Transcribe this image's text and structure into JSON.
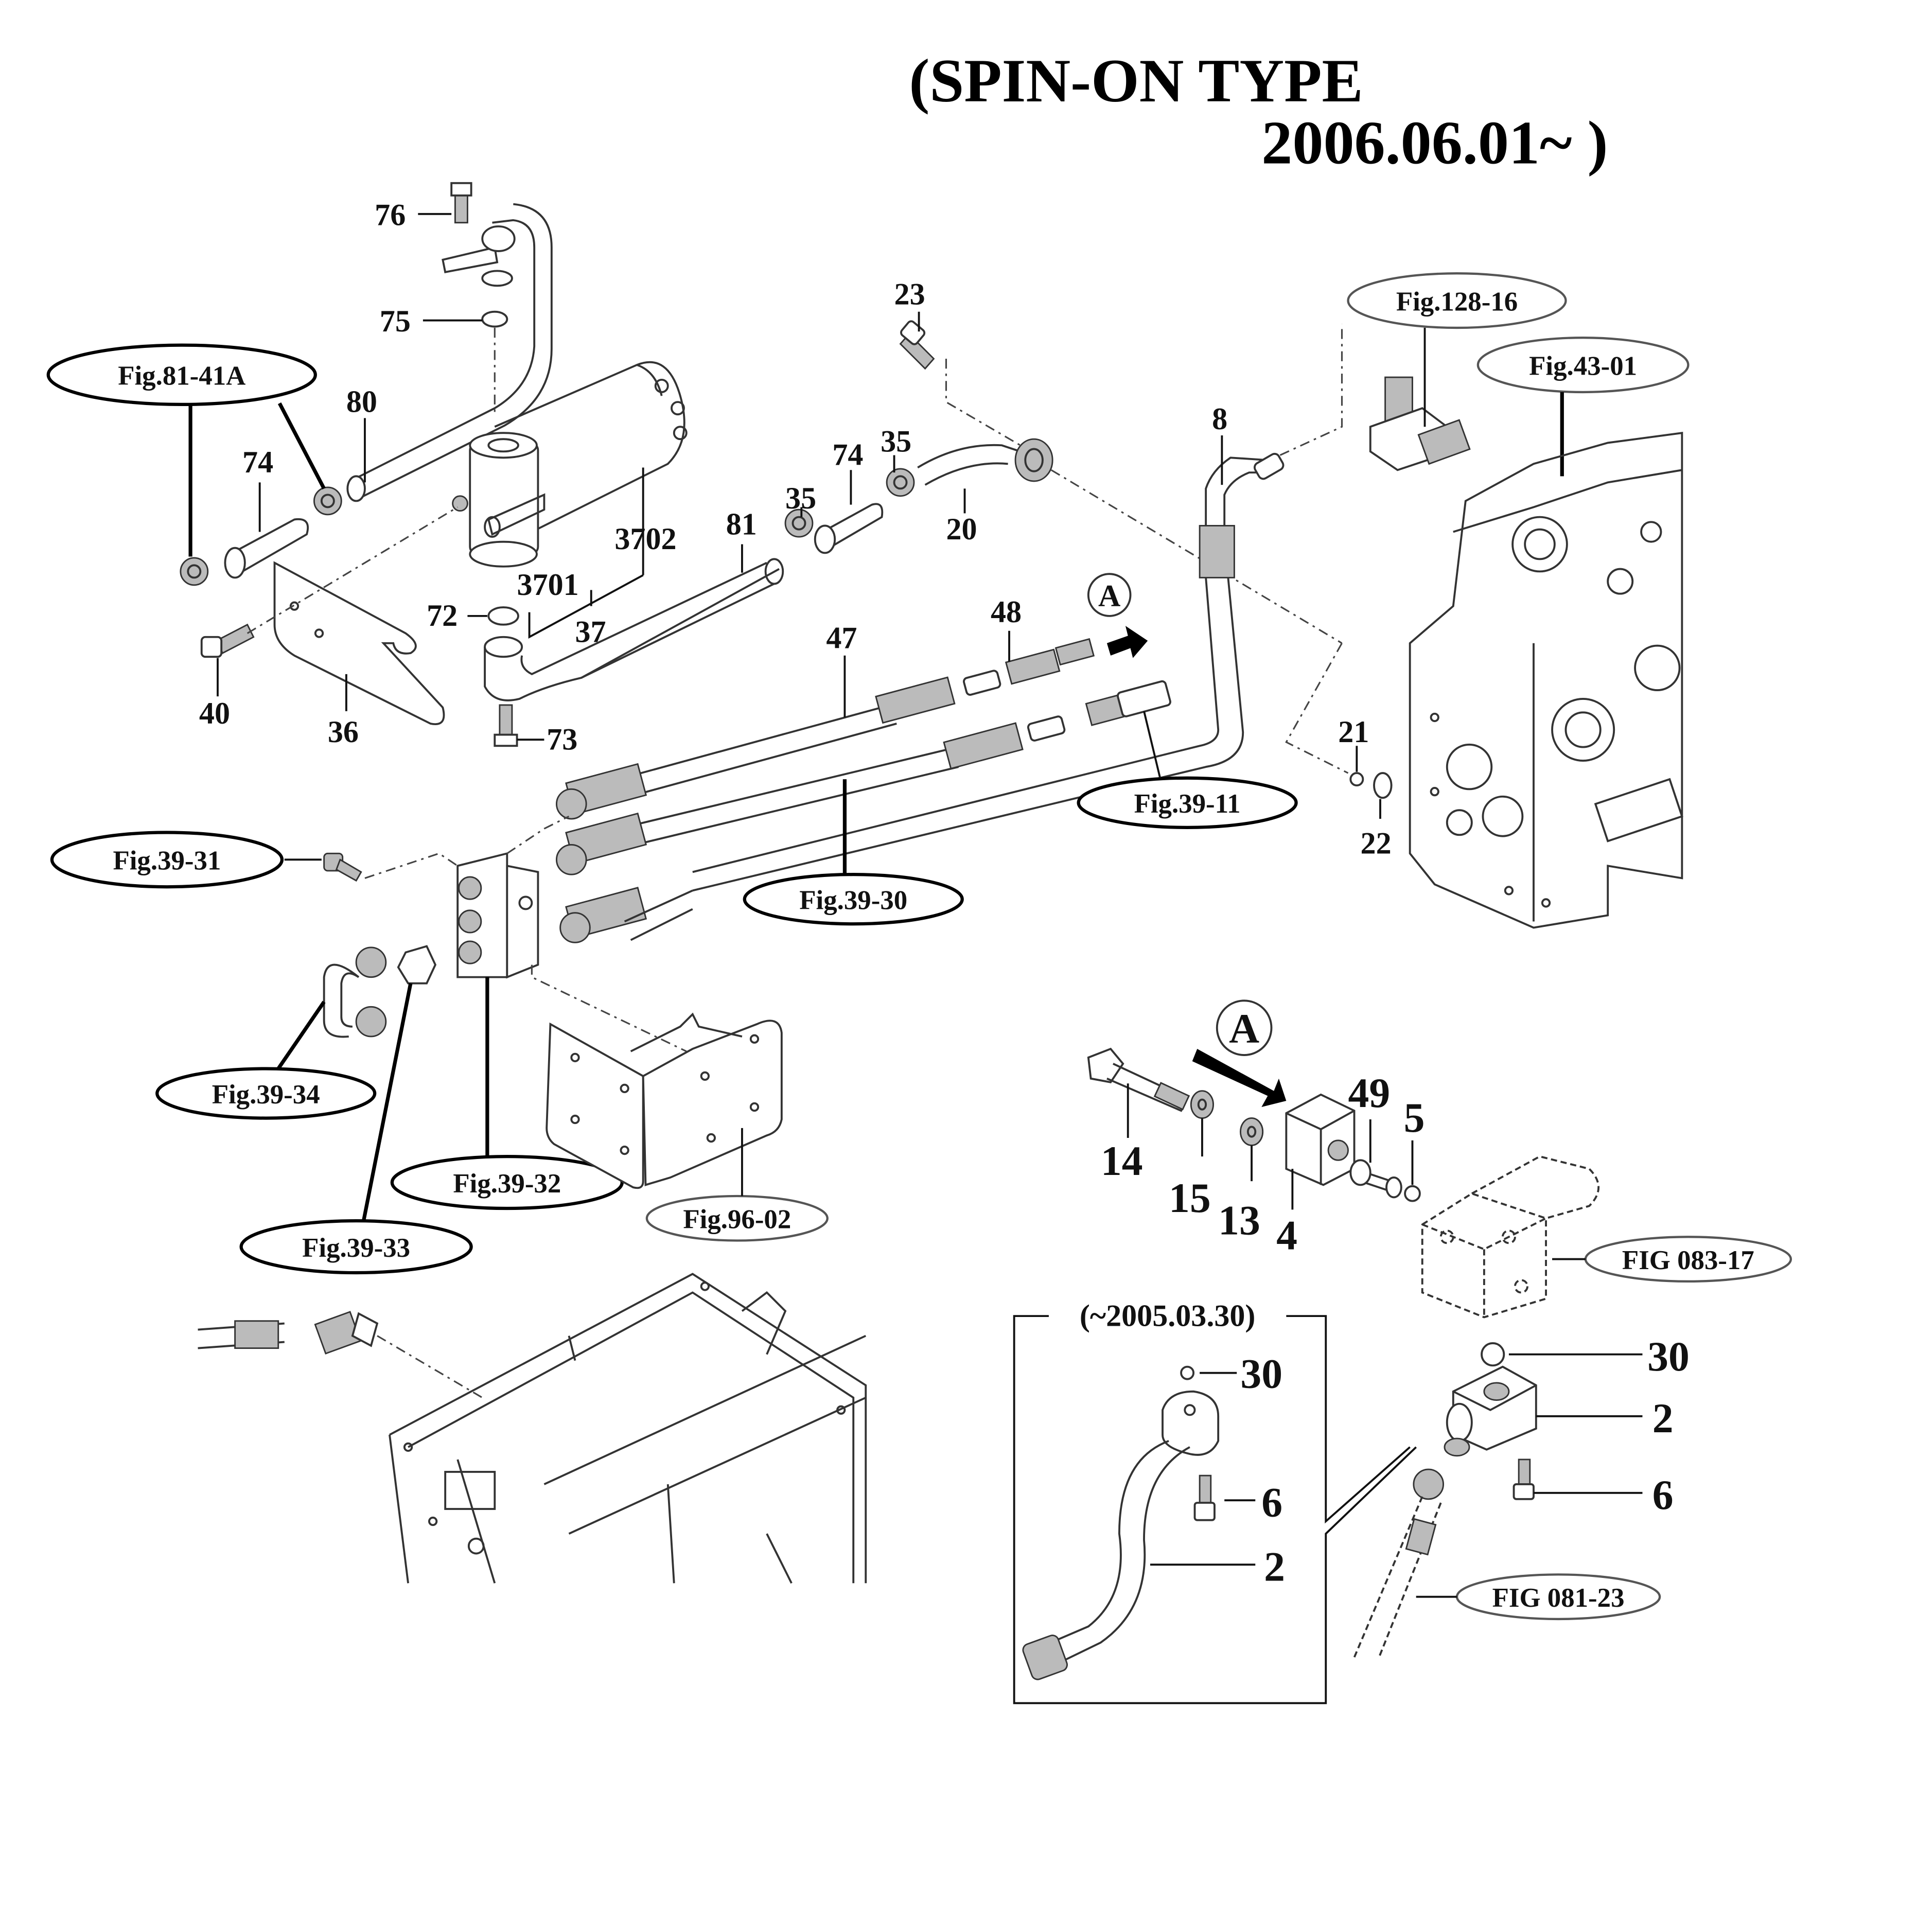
{
  "title": {
    "line1": "(SPIN-ON TYPE",
    "line2": "2006.06.01~ )"
  },
  "part_numbers": {
    "p76": "76",
    "p75": "75",
    "p80": "80",
    "p74a": "74",
    "p74b": "74",
    "p3701": "3701",
    "p3702": "3702",
    "p37": "37",
    "p72": "72",
    "p73": "73",
    "p40": "40",
    "p36": "36",
    "p23": "23",
    "p35a": "35",
    "p35b": "35",
    "p81": "81",
    "p20": "20",
    "p8": "8",
    "p47": "47",
    "p48": "48",
    "p21": "21",
    "p22": "22",
    "p14": "14",
    "p15": "15",
    "p13": "13",
    "p4": "4",
    "p49": "49",
    "p5": "5",
    "p30a": "30",
    "p2a": "2",
    "p6a": "6",
    "p30b": "30",
    "p6b": "6",
    "p2b": "2"
  },
  "view_markers": {
    "a_top": "A",
    "a_bottom": "A"
  },
  "figure_refs": {
    "fig81_41a": "Fig.81-41A",
    "fig128_16": "Fig.128-16",
    "fig43_01": "Fig.43-01",
    "fig39_11": "Fig.39-11",
    "fig39_30": "Fig.39-30",
    "fig39_31": "Fig.39-31",
    "fig39_34": "Fig.39-34",
    "fig39_32": "Fig.39-32",
    "fig39_33": "Fig.39-33",
    "fig96_02": "Fig.96-02",
    "fig083_17": "FIG 083-17",
    "fig081_23": "FIG 081-23"
  },
  "inset": {
    "label": "(~2005.03.30)"
  }
}
